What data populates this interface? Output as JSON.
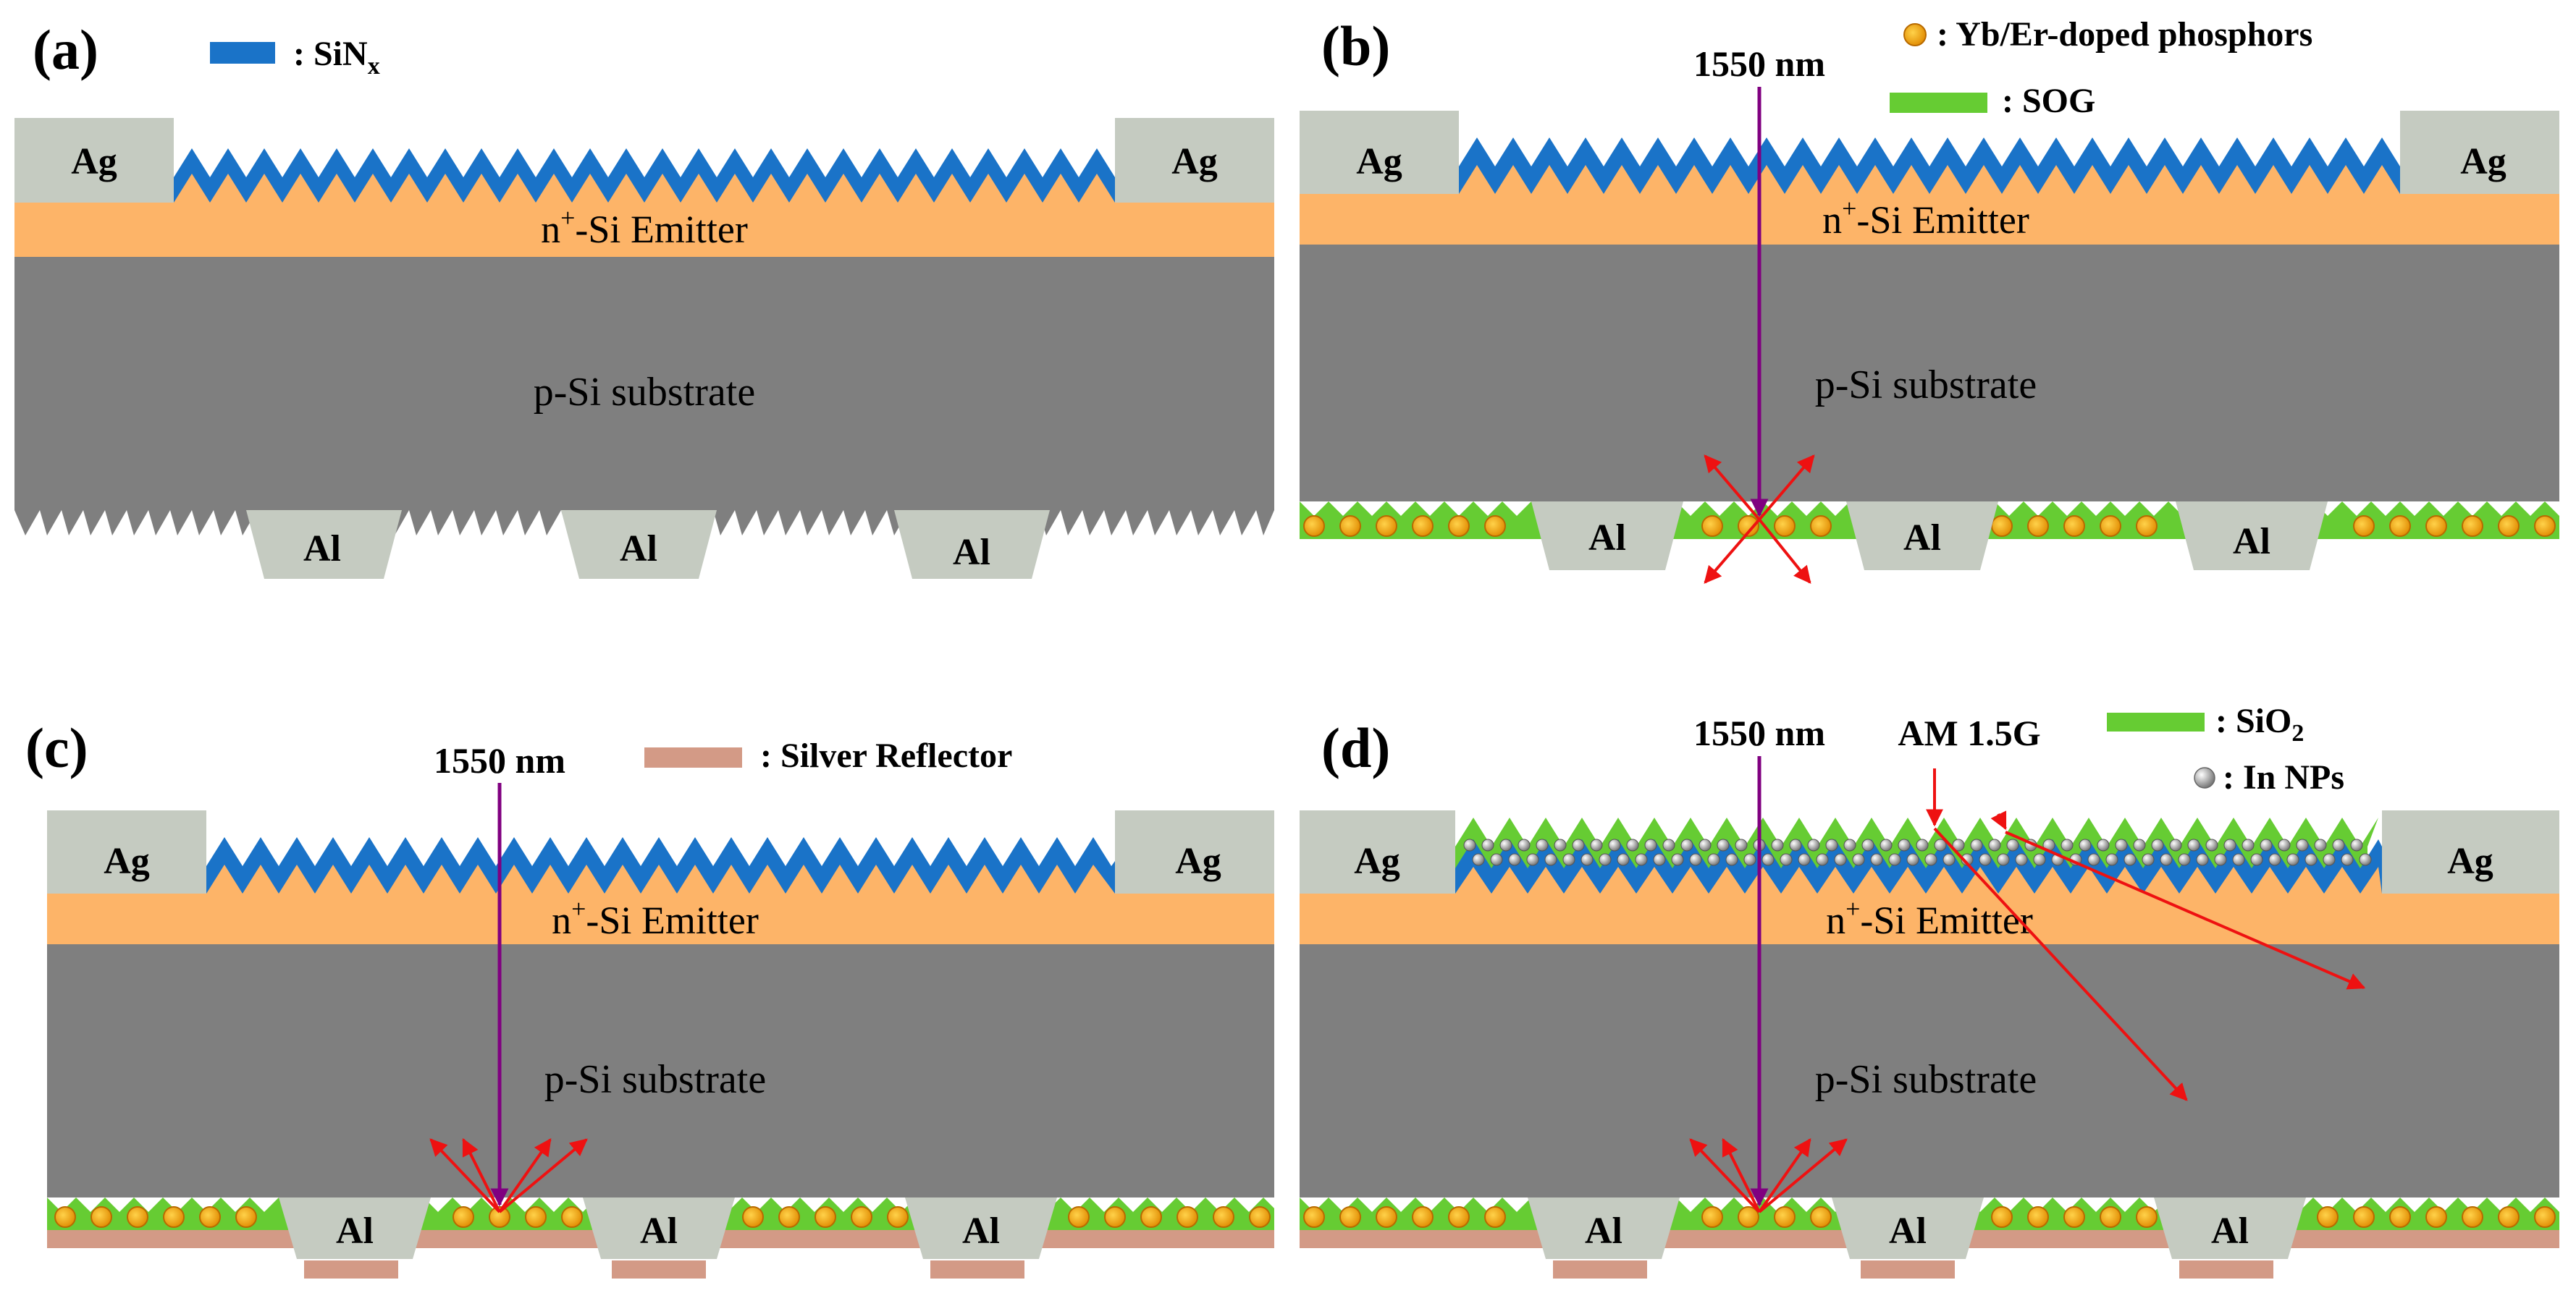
{
  "panels": [
    {
      "tag": "(a)",
      "contact_left": "Ag",
      "contact_right": "Ag",
      "emitter_prefix": "n",
      "emitter_sup": "+",
      "emitter_suffix": "-Si Emitter",
      "substrate": "p-Si substrate",
      "rear_contacts": [
        "Al",
        "Al",
        "Al"
      ],
      "legend": [
        {
          "symbol": "sinx-swatch",
          "text": ": SiN",
          "sub": "x"
        }
      ]
    },
    {
      "tag": "(b)",
      "contact_left": "Ag",
      "contact_right": "Ag",
      "emitter_prefix": "n",
      "emitter_sup": "+",
      "emitter_suffix": "-Si Emitter",
      "substrate": "p-Si substrate",
      "rear_contacts": [
        "Al",
        "Al",
        "Al"
      ],
      "beam_label": "1550 nm",
      "legend": [
        {
          "symbol": "phosphor-icon",
          "text": ": Yb/Er-doped phosphors"
        },
        {
          "symbol": "sog-swatch",
          "text": ": SOG"
        }
      ]
    },
    {
      "tag": "(c)",
      "contact_left": "Ag",
      "contact_right": "Ag",
      "emitter_prefix": "n",
      "emitter_sup": "+",
      "emitter_suffix": "-Si Emitter",
      "substrate": "p-Si substrate",
      "rear_contacts": [
        "Al",
        "Al",
        "Al"
      ],
      "beam_label": "1550 nm",
      "legend": [
        {
          "symbol": "reflector-swatch",
          "text": ": Silver Reflector"
        }
      ]
    },
    {
      "tag": "(d)",
      "contact_left": "Ag",
      "contact_right": "Ag",
      "emitter_prefix": "n",
      "emitter_sup": "+",
      "emitter_suffix": "-Si Emitter",
      "substrate": "p-Si substrate",
      "rear_contacts": [
        "Al",
        "Al",
        "Al"
      ],
      "beam_label": "1550 nm",
      "sun_label": "AM 1.5G",
      "legend": [
        {
          "symbol": "sio2-swatch",
          "text": ": SiO",
          "sub": "2"
        },
        {
          "symbol": "nanoparticle-icon",
          "text": ": In NPs"
        }
      ]
    }
  ],
  "colors": {
    "silicon": "#7f7f7f",
    "emitter": "#fdb468",
    "contact": "#c5cbc1",
    "sinx": "#1a73c8",
    "green_layer": "#66cc33",
    "phosphor": "#f5a000",
    "reflector": "#d39a86",
    "beam": "#800080",
    "arrow": "#ee1111",
    "nanoparticle": "#a9a9a9"
  }
}
